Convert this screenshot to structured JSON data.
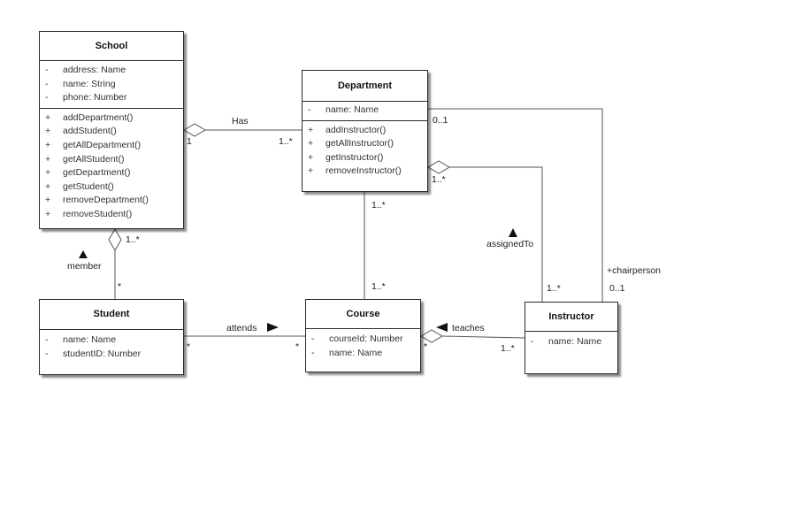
{
  "classes": {
    "school": {
      "name": "School",
      "attributes": [
        {
          "vis": "-",
          "text": "address: Name"
        },
        {
          "vis": "-",
          "text": "name: String"
        },
        {
          "vis": "-",
          "text": "phone: Number"
        }
      ],
      "operations": [
        {
          "vis": "+",
          "text": "addDepartment()"
        },
        {
          "vis": "+",
          "text": "addStudent()"
        },
        {
          "vis": "+",
          "text": "getAllDepartment()"
        },
        {
          "vis": "+",
          "text": "getAllStudent()"
        },
        {
          "vis": "+",
          "text": "getDepartment()"
        },
        {
          "vis": "+",
          "text": "getStudent()"
        },
        {
          "vis": "+",
          "text": "removeDepartment()"
        },
        {
          "vis": "+",
          "text": "removeStudent()"
        }
      ]
    },
    "department": {
      "name": "Department",
      "attributes": [
        {
          "vis": "-",
          "text": "name: Name"
        }
      ],
      "operations": [
        {
          "vis": "+",
          "text": "addInstructor()"
        },
        {
          "vis": "+",
          "text": "getAllInstructor()"
        },
        {
          "vis": "+",
          "text": "getInstructor()"
        },
        {
          "vis": "+",
          "text": "removeInstructor()"
        }
      ]
    },
    "student": {
      "name": "Student",
      "attributes": [
        {
          "vis": "-",
          "text": "name: Name"
        },
        {
          "vis": "-",
          "text": "studentID: Number"
        }
      ]
    },
    "course": {
      "name": "Course",
      "attributes": [
        {
          "vis": "-",
          "text": "courseId: Number"
        },
        {
          "vis": "-",
          "text": "name: Name"
        }
      ]
    },
    "instructor": {
      "name": "Instructor",
      "attributes": [
        {
          "vis": "-",
          "text": "name: Name"
        }
      ]
    }
  },
  "associations": {
    "has": {
      "label": "Has",
      "school_mult": "1",
      "department_mult": "1..*"
    },
    "member": {
      "label": "member",
      "school_mult": "1..*",
      "student_mult": "*"
    },
    "attends": {
      "label": "attends",
      "student_mult": "*",
      "course_mult": "*"
    },
    "department_course": {
      "department_mult": "1..*",
      "course_mult": "1..*"
    },
    "assigned_to": {
      "label": "assignedTo",
      "department_mult": "1..*",
      "instructor_mult": "1..*"
    },
    "chairperson": {
      "role": "+chairperson",
      "department_mult": "0..1",
      "instructor_mult": "0..1"
    },
    "teaches": {
      "label": "teaches",
      "course_mult": "*",
      "instructor_mult": "1..*"
    }
  },
  "colors": {
    "line": "#555555",
    "border": "#2a2a2a",
    "text": "#222222"
  }
}
